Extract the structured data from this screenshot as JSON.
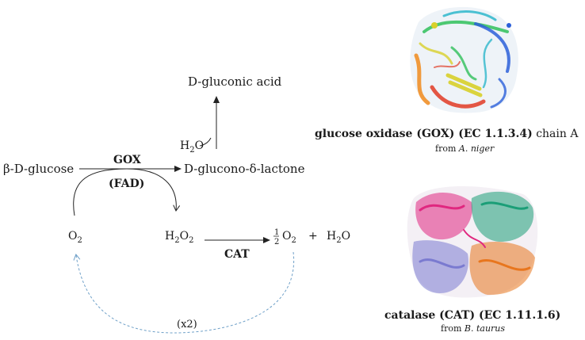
{
  "reaction": {
    "substrate": "β-D-glucose",
    "enzyme1": "GOX",
    "cofactor": "(FAD)",
    "lactone": "D-glucono-δ-lactone",
    "acid": "D-gluconic acid",
    "water_h": "H",
    "water_2": "2",
    "water_o": "O",
    "oxygen_o": "O",
    "oxygen_2": "2",
    "peroxide_h": "H",
    "peroxide_2a": "2",
    "peroxide_o": "O",
    "peroxide_2b": "2",
    "enzyme2": "CAT",
    "half_num": "1",
    "half_den": "2",
    "product_o": "O",
    "product_2": "2",
    "plus": "+",
    "product_water_h": "H",
    "product_water_2": "2",
    "product_water_o": "O",
    "recycle_label": "(x2)"
  },
  "proteins": {
    "gox": {
      "title": "glucose oxidase (GOX) (EC 1.1.3.4)",
      "suffix": " chain A",
      "source_prefix": "from ",
      "source_organism": "A. niger"
    },
    "cat": {
      "title": "catalase (CAT) (EC 1.11.1.6)",
      "source_prefix": "from ",
      "source_organism": "B. taurus"
    }
  },
  "colors": {
    "text": "#1a1a1a",
    "arrow": "#222222",
    "recycle_arrow": "#6fa0c8",
    "gox_palette": [
      "#2b5fd9",
      "#21b3c8",
      "#2fbf5a",
      "#d8d02a",
      "#f08a1c",
      "#e03a25"
    ],
    "cat_palette": [
      "#e0277f",
      "#1b9e77",
      "#7a7ad0",
      "#e8761e"
    ]
  }
}
